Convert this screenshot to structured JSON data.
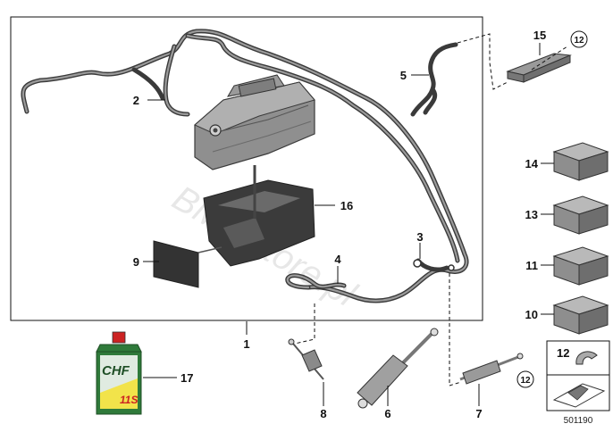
{
  "diagram": {
    "callouts": [
      {
        "id": "c1",
        "label": "1"
      },
      {
        "id": "c2",
        "label": "2"
      },
      {
        "id": "c3",
        "label": "3"
      },
      {
        "id": "c4",
        "label": "4"
      },
      {
        "id": "c5",
        "label": "5"
      },
      {
        "id": "c6",
        "label": "6"
      },
      {
        "id": "c7",
        "label": "7"
      },
      {
        "id": "c8",
        "label": "8"
      },
      {
        "id": "c9",
        "label": "9"
      },
      {
        "id": "c10",
        "label": "10"
      },
      {
        "id": "c11",
        "label": "11"
      },
      {
        "id": "c12",
        "label": "12"
      },
      {
        "id": "c13",
        "label": "13"
      },
      {
        "id": "c14",
        "label": "14"
      },
      {
        "id": "c15",
        "label": "15"
      },
      {
        "id": "c16",
        "label": "16"
      },
      {
        "id": "c17",
        "label": "17"
      }
    ],
    "circled_refs": {
      "a": "12",
      "b": "12"
    },
    "bottle": {
      "brand": "CHF",
      "code": "11S"
    },
    "watermark": "BMWstore.pl",
    "diagram_number": "501190"
  },
  "colors": {
    "line": "#111111",
    "hose": "#3a3a3a",
    "part_gray": "#8c8c8c",
    "bottle_green": "#2f7a3a",
    "bottle_label": "#f2e34a"
  }
}
